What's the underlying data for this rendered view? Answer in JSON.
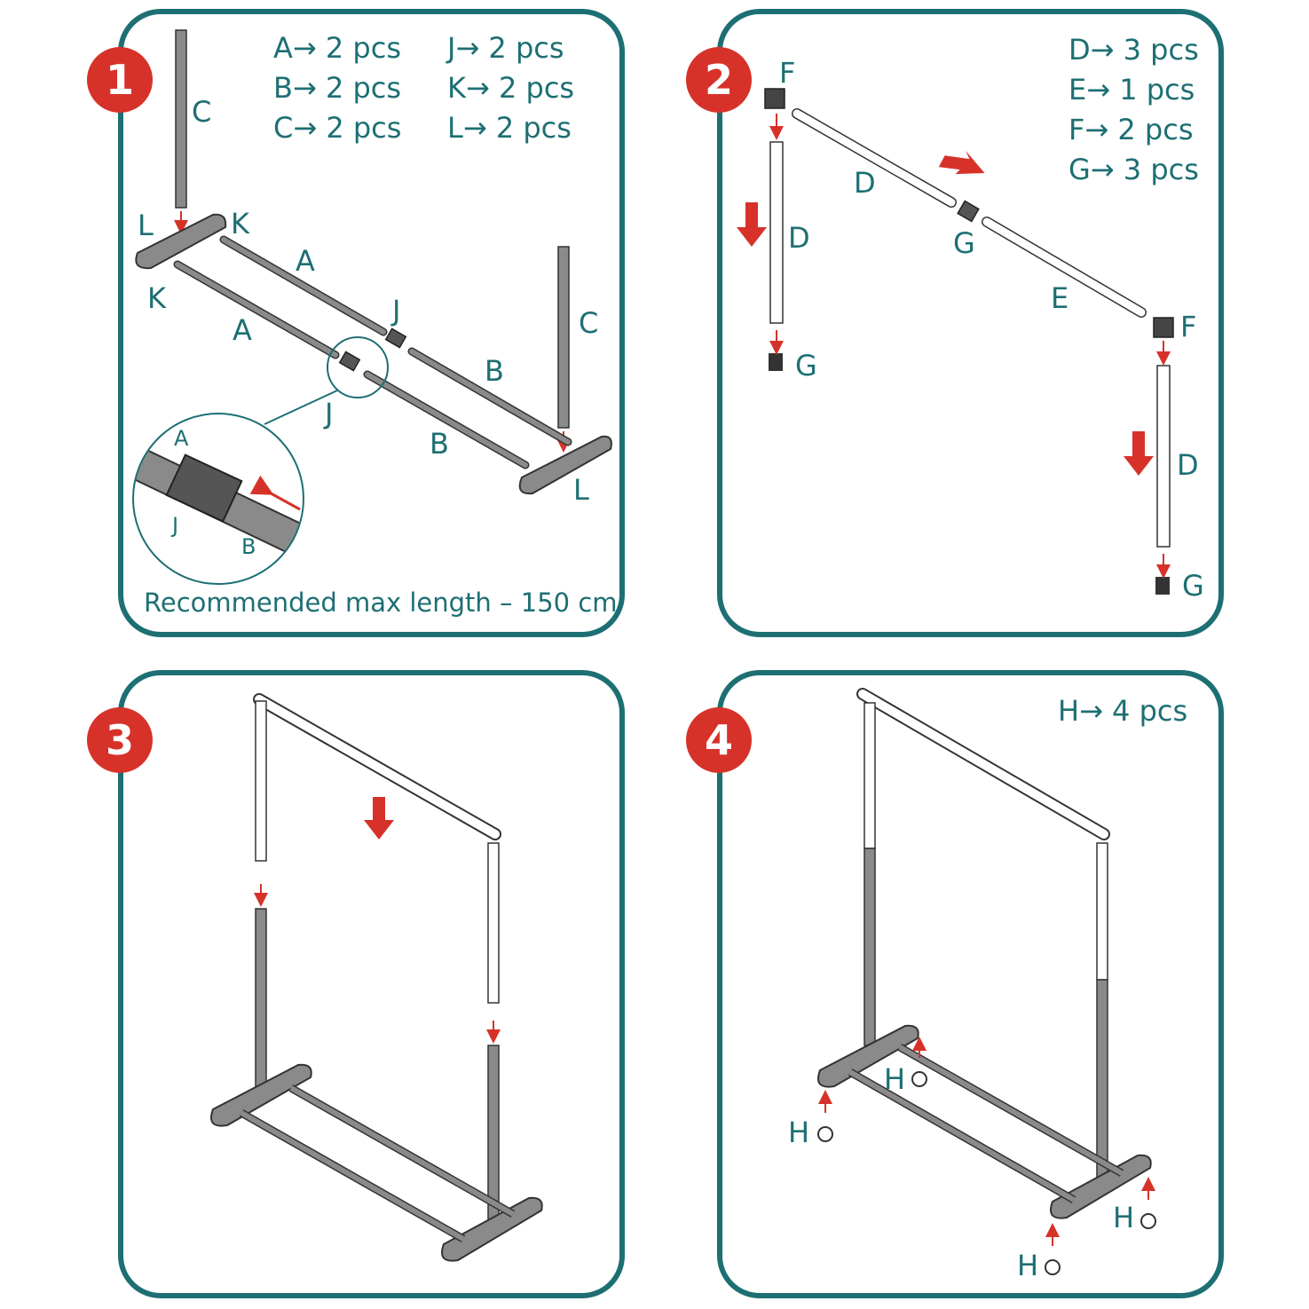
{
  "steps": [
    {
      "number": "1",
      "parts": [
        "A→ 2 pcs",
        "B→ 2 pcs",
        "C→ 2 pcs",
        "J→ 2 pcs",
        "K→ 2 pcs",
        "L→ 2 pcs"
      ],
      "labels": {
        "c1": "C",
        "c2": "C",
        "l1": "L",
        "l2": "L",
        "k1": "K",
        "k2": "K",
        "a1": "A",
        "a2": "A",
        "j1": "J",
        "j2": "J",
        "b1": "B",
        "b2": "B",
        "zoom_a": "A",
        "zoom_j": "J",
        "zoom_b": "B"
      },
      "note": "Recommended max length – 150 cm"
    },
    {
      "number": "2",
      "parts": [
        "D→ 3 pcs",
        "E→ 1 pcs",
        "F→ 2 pcs",
        "G→ 3 pcs"
      ],
      "labels": {
        "f1": "F",
        "f2": "F",
        "d1": "D",
        "d2": "D",
        "d3": "D",
        "e1": "E",
        "g1": "G",
        "g2": "G",
        "g3": "G"
      }
    },
    {
      "number": "3"
    },
    {
      "number": "4",
      "parts": [
        "H→ 4 pcs"
      ],
      "labels": {
        "h1": "H",
        "h2": "H",
        "h3": "H",
        "h4": "H"
      }
    }
  ],
  "colors": {
    "teal": "#1d6f73",
    "red": "#d7322a",
    "gray": "#8a8a8a",
    "white_tube": "#ffffff"
  }
}
